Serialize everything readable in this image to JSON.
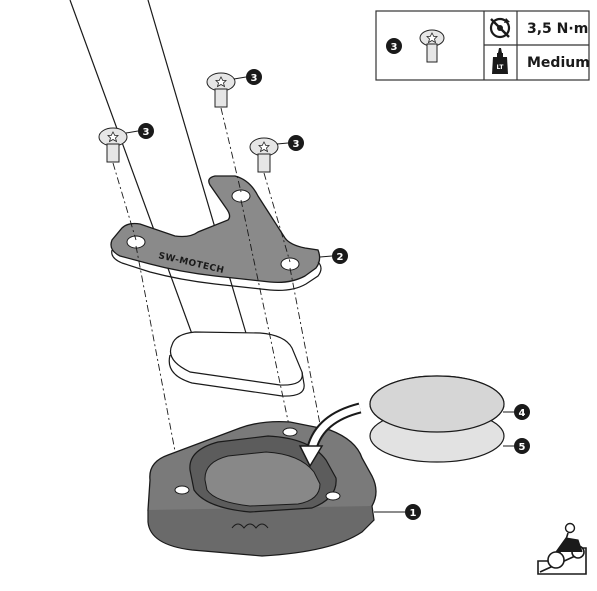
{
  "spec_box": {
    "part_number": "3",
    "torque": "3,5 N·m",
    "threadlock": "Medium",
    "torque_icon": "torque-wrench-icon",
    "threadlock_icon": "threadlock-bottle-icon",
    "threadlock_label": "LT"
  },
  "callouts": [
    "3",
    "3",
    "3",
    "2",
    "4",
    "5",
    "1"
  ],
  "brand_engraving": "SW-MOTECH",
  "corner_icon": "motorcycle-kickstand-icon",
  "colors": {
    "part_gray": "#7a7a7a",
    "part_dark": "#555555",
    "pad_light": "#dcdcdc",
    "outline": "#1a1a1a",
    "callout_fill": "#1a1a1a"
  }
}
